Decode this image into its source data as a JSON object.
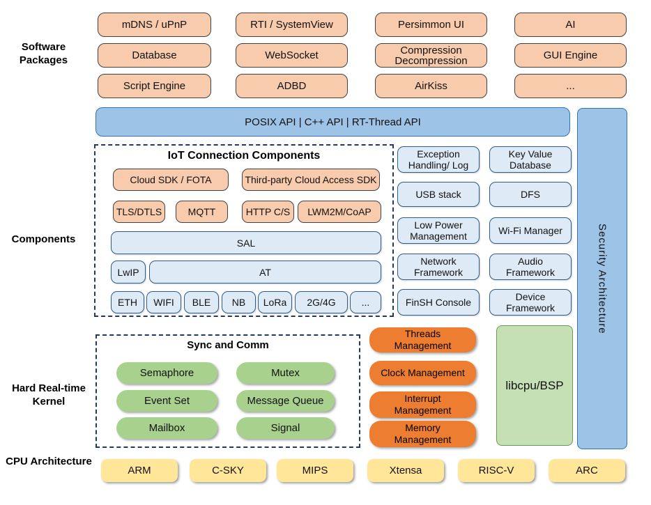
{
  "labels": {
    "software_packages": "Software Packages",
    "components": "Components",
    "kernel": "Hard Real-time Kernel",
    "cpu": "CPU Architecture"
  },
  "software_packages": [
    "mDNS / uPnP",
    "RTI / SystemView",
    "Persimmon UI",
    "AI",
    "Database",
    "WebSocket",
    "Compression Decompression",
    "GUI Engine",
    "Script Engine",
    "ADBD",
    "AirKiss",
    "..."
  ],
  "api_bar": "POSIX API  |  C++ API  |  RT-Thread API",
  "security_bar": "Security Architecture",
  "iot": {
    "title": "IoT Connection Components",
    "cloud_sdk": "Cloud SDK / FOTA",
    "third_party": "Third-party Cloud Access SDK",
    "tls": "TLS/DTLS",
    "mqtt": "MQTT",
    "http": "HTTP C/S",
    "lwm2m": "LWM2M/CoAP",
    "sal": "SAL",
    "lwip": "LwIP",
    "at": "AT",
    "links": [
      "ETH",
      "WIFI",
      "BLE",
      "NB",
      "LoRa",
      "2G/4G",
      "..."
    ]
  },
  "component_boxes": [
    "Exception Handling/ Log",
    "Key Value Database",
    "USB stack",
    "DFS",
    "Low Power Management",
    "Wi-Fi Manager",
    "Network Framework",
    "Audio Framework",
    "FinSH Console",
    "Device Framework"
  ],
  "sync_comm": {
    "title": "Sync and Comm",
    "items": [
      "Semaphore",
      "Mutex",
      "Event Set",
      "Message Queue",
      "Mailbox",
      "Signal"
    ]
  },
  "kernel_mgmt": [
    "Threads Management",
    "Clock Management",
    "Interrupt Management",
    "Memory Management"
  ],
  "libcpu": "libcpu/BSP",
  "cpu_archs": [
    "ARM",
    "C-SKY",
    "MIPS",
    "Xtensa",
    "RISC-V",
    "ARC"
  ],
  "colors": {
    "package_fill": "#F8CBAD",
    "blue_fill": "#9DC3E6",
    "blue_border": "#2E74B5",
    "lightblue_fill": "#DEEBF7",
    "lightblue_border": "#2E5C8A",
    "green_pill_fill": "#A9D18E",
    "libcpu_fill": "#C5E0B4",
    "kernel_orange_fill": "#ED7D31",
    "cpu_yellow_fill": "#FFE699",
    "dashed_border": "#1F3864"
  }
}
